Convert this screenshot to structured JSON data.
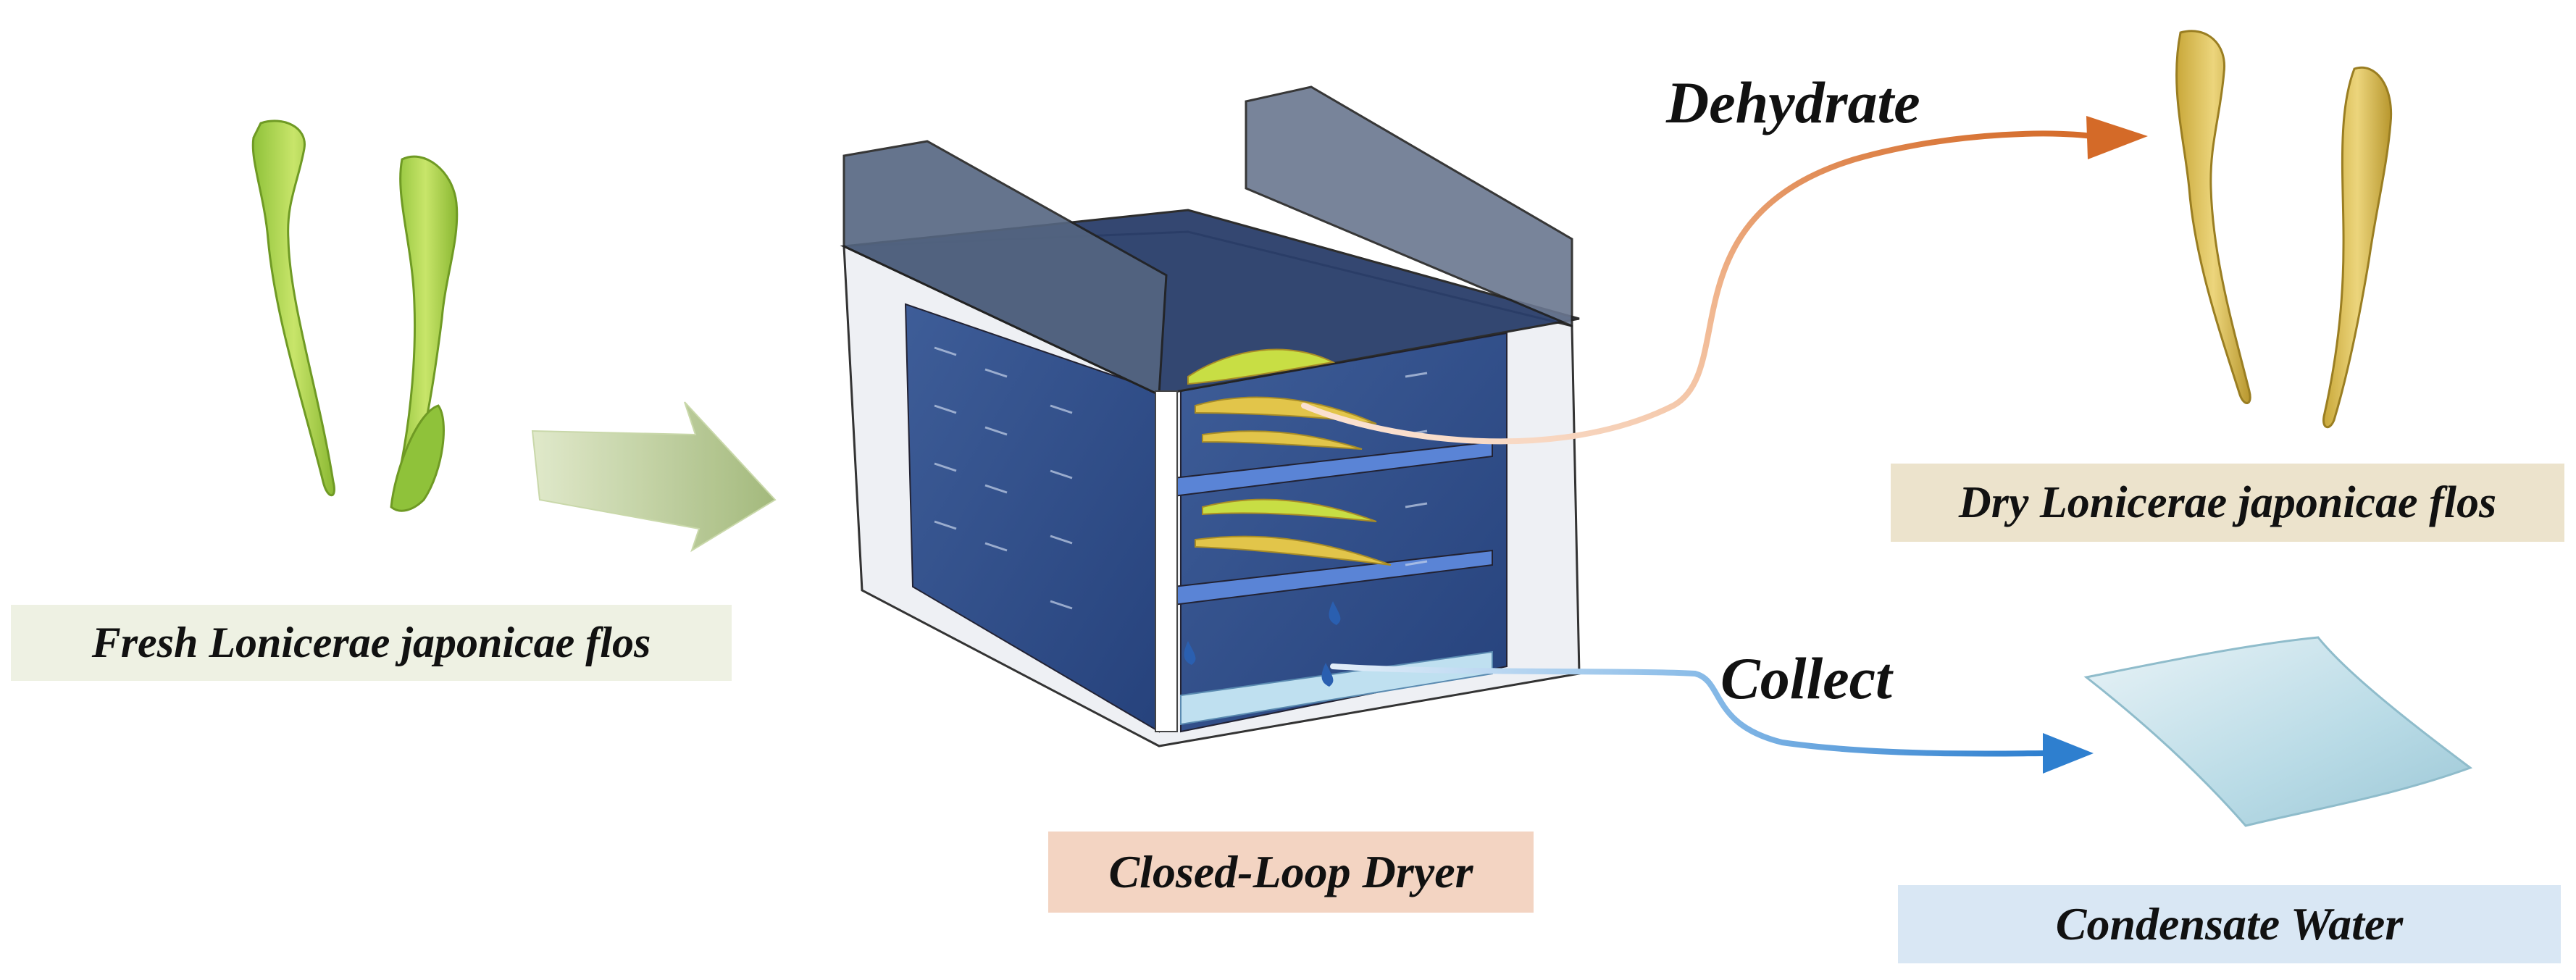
{
  "labels": {
    "fresh": "Fresh Lonicerae japonicae flos",
    "dryer": "Closed-Loop Dryer",
    "dry": "Dry Lonicerae japonicae flos",
    "water": "Condensate Water"
  },
  "processes": {
    "dehydrate": "Dehydrate",
    "collect": "Collect"
  },
  "colors": {
    "fresh_label_bg": "#eef1e3",
    "dryer_label_bg": "#f3d4c2",
    "dry_label_bg": "#ece3cc",
    "water_label_bg": "#d9e7f4",
    "dehydrate_arrow": "#d46a28",
    "collect_arrow": "#2e7fcf",
    "fresh_flower": "#a9d44a",
    "dry_flower": "#d9bd55",
    "dryer_panel": "#2b4a86"
  }
}
